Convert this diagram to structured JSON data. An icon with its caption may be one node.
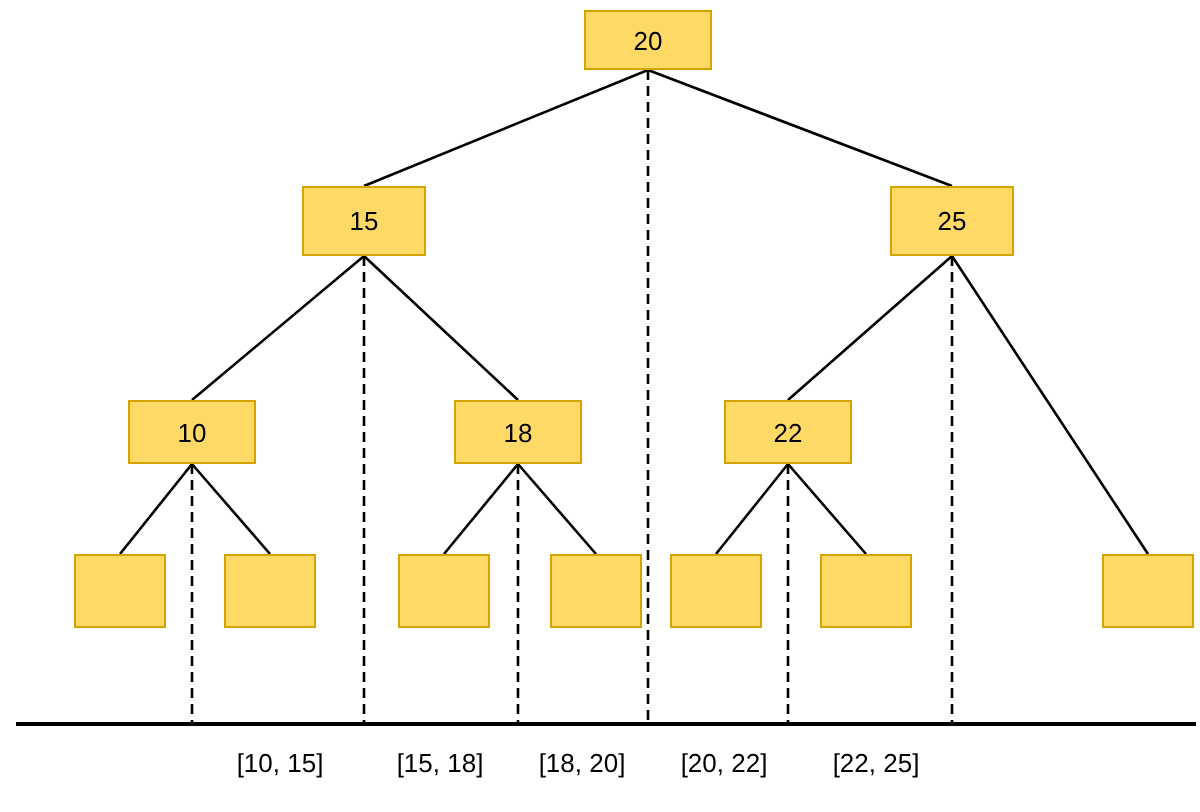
{
  "diagram": {
    "nodes": [
      {
        "text": [
          "20"
        ]
      },
      {
        "text": [
          "15"
        ]
      },
      {
        "text": [
          "25"
        ]
      },
      {
        "text": [
          "10"
        ]
      },
      {
        "text": [
          "18"
        ]
      },
      {
        "text": [
          "22"
        ]
      },
      {
        "text": [],
        "shape": "box"
      },
      {
        "text": [],
        "shape": "box"
      },
      {
        "text": [],
        "shape": "box"
      },
      {
        "text": [],
        "shape": "box"
      },
      {
        "text": [],
        "shape": "box"
      },
      {
        "text": [],
        "shape": "box"
      },
      {
        "text": [],
        "shape": "box"
      },
      {
        "text": [],
        "shape": "bar"
      }
    ],
    "edges": [
      {
        "from": 0,
        "to": 1,
        "arrow": "none"
      },
      {
        "from": 0,
        "to": 2,
        "arrow": "none"
      },
      {
        "from": 1,
        "to": 3,
        "arrow": "none"
      },
      {
        "from": 1,
        "to": 4,
        "arrow": "none"
      },
      {
        "from": 2,
        "to": 5,
        "arrow": "none"
      },
      {
        "from": 2,
        "to": 12,
        "arrow": "none"
      },
      {
        "from": 3,
        "to": 6,
        "arrow": "none"
      },
      {
        "from": 3,
        "to": 7,
        "arrow": "none"
      },
      {
        "from": 4,
        "to": 8,
        "arrow": "none"
      },
      {
        "from": 4,
        "to": 9,
        "arrow": "none"
      },
      {
        "from": 5,
        "to": 10,
        "arrow": "none"
      },
      {
        "from": 5,
        "to": 11,
        "arrow": "none"
      },
      {
        "from": 3,
        "to": 13,
        "arrow": "none",
        "style": "dashed"
      },
      {
        "from": 1,
        "to": 13,
        "arrow": "none",
        "style": "dashed"
      },
      {
        "from": 4,
        "to": 13,
        "arrow": "none",
        "style": "dashed"
      },
      {
        "from": 0,
        "to": 13,
        "arrow": "none",
        "style": "dashed"
      },
      {
        "from": 5,
        "to": 13,
        "arrow": "none",
        "style": "dashed"
      },
      {
        "from": 2,
        "to": 13,
        "arrow": "none",
        "style": "dashed"
      }
    ],
    "labels": [
      "[10, 15]",
      "[15, 18]",
      "[18, 20]",
      "[20, 22]",
      "[22, 25]"
    ]
  }
}
